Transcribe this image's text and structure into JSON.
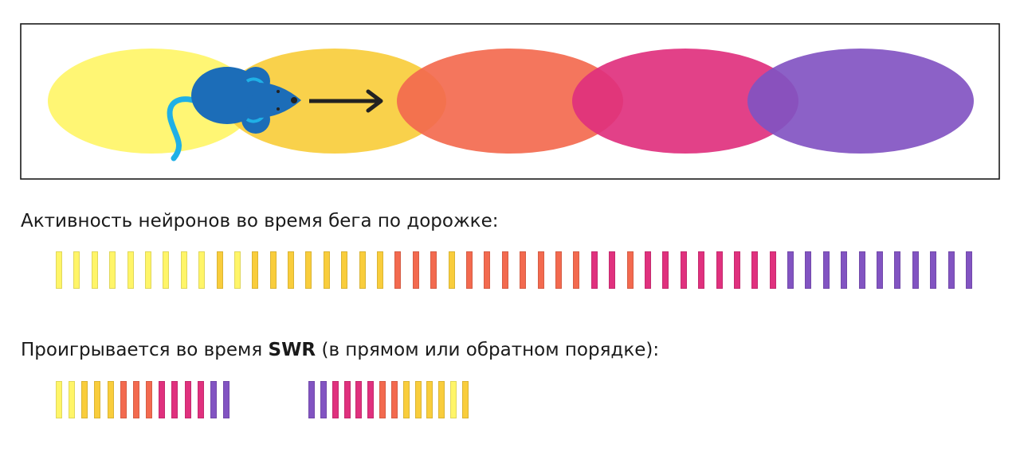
{
  "colors": {
    "field_1": "#fff568",
    "field_2": "#f9cd3c",
    "field_3": "#f36a4f",
    "field_4": "#e0317e",
    "field_5": "#8254c2",
    "mouse": "#1c6db8",
    "mouse_accent": "#1fb0e6",
    "arrow": "#222222"
  },
  "icons": {
    "mouse": "mouse-icon",
    "arrow": "arrow-right-icon"
  },
  "place_fields": [
    "field_1",
    "field_2",
    "field_3",
    "field_4",
    "field_5"
  ],
  "captions": {
    "running": "Активность нейронов во время бега по дорожке:",
    "swr_prefix": "Проигрывается во время ",
    "swr_bold": "SWR",
    "swr_suffix": " (в прямом или обратном порядке):"
  },
  "spike_rows": {
    "running": [
      "field_1",
      "field_1",
      "field_1",
      "field_1",
      "field_1",
      "field_1",
      "field_1",
      "field_1",
      "field_1",
      "field_2",
      "field_1",
      "field_2",
      "field_2",
      "field_2",
      "field_2",
      "field_2",
      "field_2",
      "field_2",
      "field_2",
      "field_3",
      "field_3",
      "field_3",
      "field_2",
      "field_3",
      "field_3",
      "field_3",
      "field_3",
      "field_3",
      "field_3",
      "field_3",
      "field_4",
      "field_4",
      "field_3",
      "field_4",
      "field_4",
      "field_4",
      "field_4",
      "field_4",
      "field_4",
      "field_4",
      "field_4",
      "field_5",
      "field_5",
      "field_5",
      "field_5",
      "field_5",
      "field_5",
      "field_5",
      "field_5",
      "field_5",
      "field_5",
      "field_5"
    ],
    "swr_forward": [
      "field_1",
      "field_1",
      "field_2",
      "field_2",
      "field_2",
      "field_3",
      "field_3",
      "field_3",
      "field_4",
      "field_4",
      "field_4",
      "field_4",
      "field_5",
      "field_5"
    ],
    "swr_reverse": [
      "field_5",
      "field_5",
      "field_4",
      "field_4",
      "field_4",
      "field_4",
      "field_3",
      "field_3",
      "field_2",
      "field_2",
      "field_2",
      "field_2",
      "field_1",
      "field_2"
    ]
  }
}
